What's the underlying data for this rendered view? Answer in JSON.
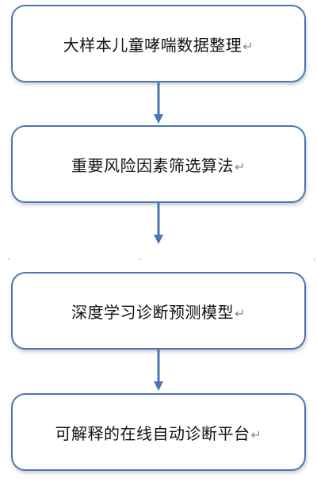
{
  "steps": [
    {
      "label": "大样本儿童哮喘数据整理",
      "mark": "↵"
    },
    {
      "label": "重要风险因素筛选算法",
      "mark": "↵"
    },
    {
      "label": "深度学习诊断预测模型",
      "mark": "↵"
    },
    {
      "label": "可解释的在线自动诊断平台",
      "mark": "↵"
    }
  ],
  "colors": {
    "border": "#4a77b4",
    "arrow": "#4a77b4",
    "text": "#111111"
  }
}
